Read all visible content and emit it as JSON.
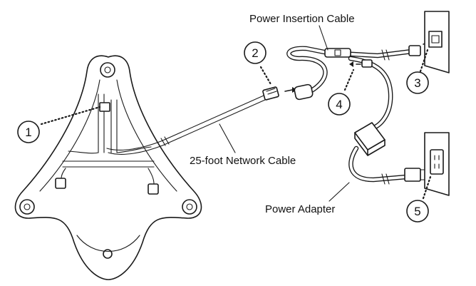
{
  "labels": {
    "power_insertion_cable": "Power Insertion Cable",
    "network_cable": "25-foot Network Cable",
    "power_adapter": "Power Adapter"
  },
  "callouts": [
    "1",
    "2",
    "3",
    "4",
    "5"
  ],
  "colors": {
    "line": "#1a1a1a",
    "background": "#ffffff"
  }
}
